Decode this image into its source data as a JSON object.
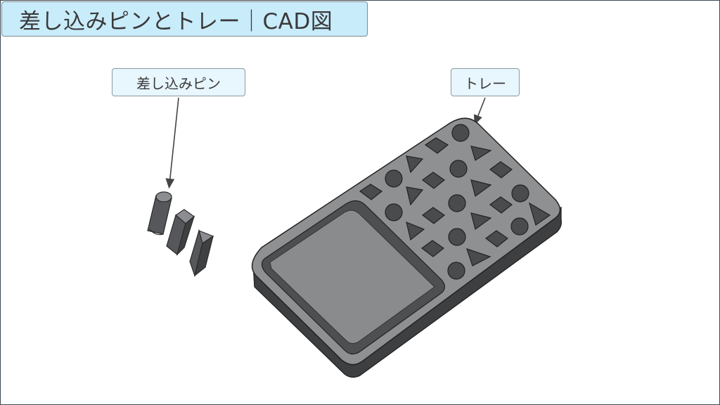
{
  "title": "差し込みピンとトレー｜CAD図",
  "labels": {
    "pins": "差し込みピン",
    "tray": "トレー"
  },
  "colors": {
    "title_bg": "#c9ecfb",
    "label_bg": "#e8f6fd",
    "model_dark": "#4a4b4d",
    "model_mid": "#8f9092",
    "model_light": "#a2a3a5",
    "arrow": "#444444"
  },
  "pins": [
    {
      "shape": "cylinder"
    },
    {
      "shape": "square-prism"
    },
    {
      "shape": "triangular-prism"
    }
  ],
  "tray": {
    "compartment": "open-storage",
    "holes": [
      "circle",
      "square",
      "circle",
      "triangle",
      "square",
      "triangle",
      "circle",
      "circle",
      "square",
      "square",
      "triangle",
      "triangle",
      "triangle",
      "circle",
      "circle",
      "circle",
      "square",
      "square",
      "triangle",
      "circle",
      "triangle",
      "square",
      "triangle",
      "circle"
    ]
  }
}
